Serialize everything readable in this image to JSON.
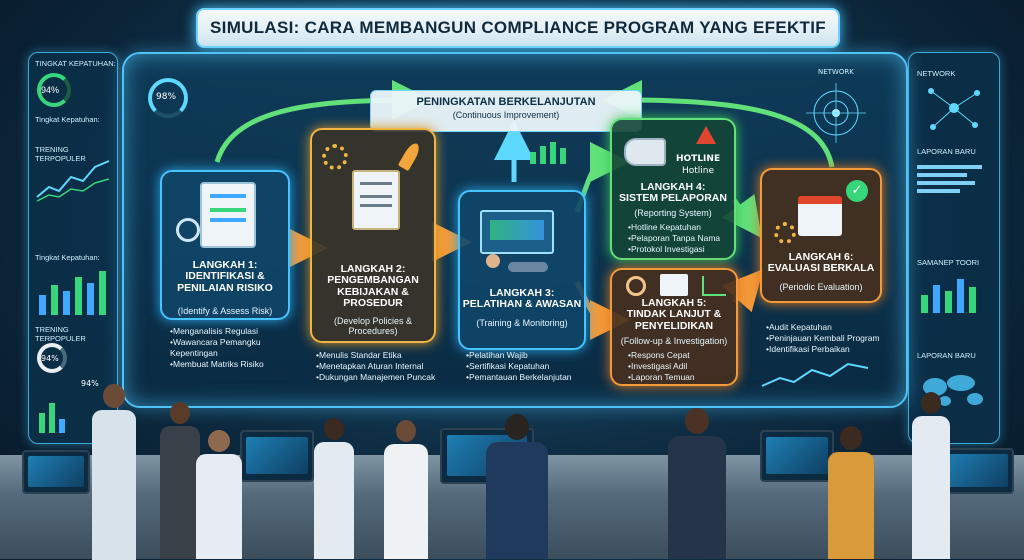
{
  "title": "SIMULASI: CARA MEMBANGUN COMPLIANCE PROGRAM YANG EFEKTIF",
  "continuous": {
    "label": "PENINGKATAN BERKELANJUTAN",
    "sub": "(Continuous Improvement)"
  },
  "steps": [
    {
      "title": "LANGKAH 1:\nIDENTIFIKASI &\nPENILAIAN RISIKO",
      "sub": "(Identify & Assess Risk)",
      "bullets": [
        "Menganalisis Regulasi",
        "Wawancara Pemangku Kepentingan",
        "Membuat Matriks Risiko"
      ]
    },
    {
      "title": "LANGKAH 2:\nPENGEMBANGAN\nKEBIJAKAN &\nPROSEDUR",
      "sub": "(Develop Policies & Procedures)",
      "bullets": [
        "Menulis Standar Etika",
        "Menetapkan Aturan Internal",
        "Dukungan Manajemen Puncak"
      ]
    },
    {
      "title": "LANGKAH 3:\nPELATIHAN & AWASAN",
      "sub": "(Training & Monitoring)",
      "bullets": [
        "Pelatihan Wajib",
        "Sertifikasi Kepatuhan",
        "Pemantauan Berkelanjutan"
      ]
    },
    {
      "title": "LANGKAH 4:\nSISTEM PELAPORAN",
      "sub": "(Reporting System)",
      "bullets": [
        "Hotline Kepatuhan",
        "Pelaporan Tanpa Nama",
        "Protokol Investigasi"
      ]
    },
    {
      "title": "LANGKAH 5:\nTINDAK LANJUT &\nPENYELIDIKAN",
      "sub": "(Follow-up & Investigation)",
      "bullets": [
        "Respons Cepat",
        "Investigasi Adil",
        "Laporan Temuan"
      ]
    },
    {
      "title": "LANGKAH 6:\nEVALUASI BERKALA",
      "sub": "(Periodic Evaluation)",
      "bullets": [
        "Audit Kepatuhan",
        "Peninjauan Kembali Program",
        "Identifikasi Perbaikan"
      ]
    }
  ],
  "hotline": {
    "line1": "HOTLINE",
    "line2": "Hotline"
  },
  "left_panel": {
    "label1": "TINGKAT KEPATUHAN:",
    "gauge1": "94%",
    "label1b": "Tingkat Kepatuhan:",
    "label2": "TRENING TERPOPULER",
    "label3": "Tingkat Kepatuhan:",
    "label4": "TRENING TERPOPULER",
    "gauge2": "94%",
    "gauge3": "94%"
  },
  "right_panel": {
    "label1": "NETWORK",
    "label2": "LAPORAN BARU",
    "label3": "SAMANEP TOORI",
    "label4": "LAPORAN BARU",
    "label5": "NETWORK"
  },
  "screen_gauge": "98%",
  "colors": {
    "blue": "#45c4ff",
    "gold": "#f0b545",
    "green": "#62e07a",
    "orange": "#f39a3a"
  }
}
